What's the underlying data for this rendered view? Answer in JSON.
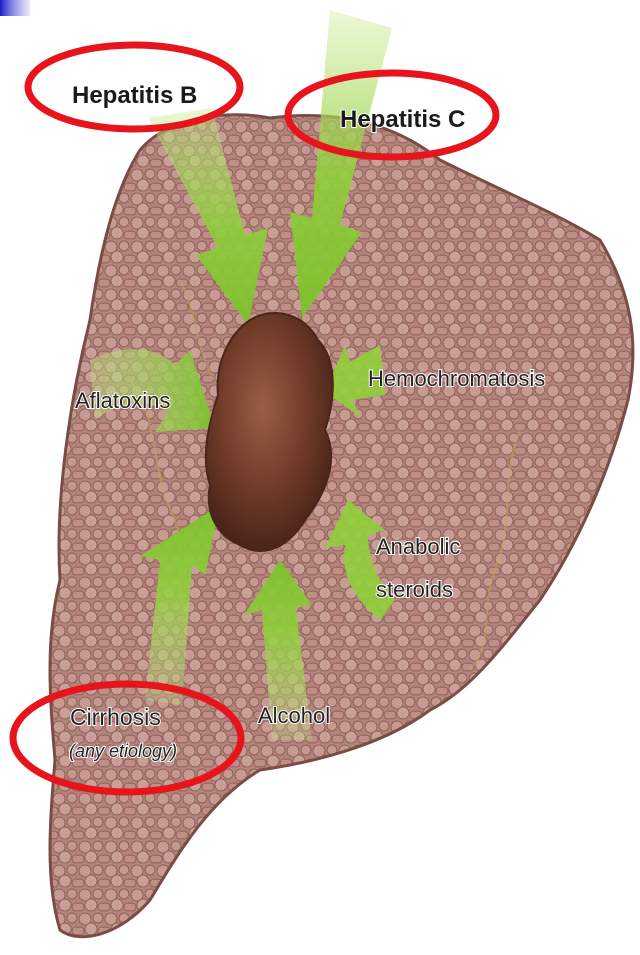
{
  "labels": {
    "hepatitis_b": "Hepatitis B",
    "hepatitis_c": "Hepatitis C",
    "aflatoxins": "Aflatoxins",
    "hemochromatosis": "Hemochromatosis",
    "anabolic_line1": "Anabolic",
    "anabolic_line2": "steroids",
    "cirrhosis": "Cirrhosis",
    "cirrhosis_sub": "(any etiology)",
    "alcohol": "Alcohol"
  },
  "colors": {
    "highlight_ring": "#e8141b",
    "arrow_green": "#8fcf3a",
    "liver_tissue": "#b07a72",
    "tumor": "#6b3a2a",
    "corner_accent": "#2b2bd6"
  }
}
